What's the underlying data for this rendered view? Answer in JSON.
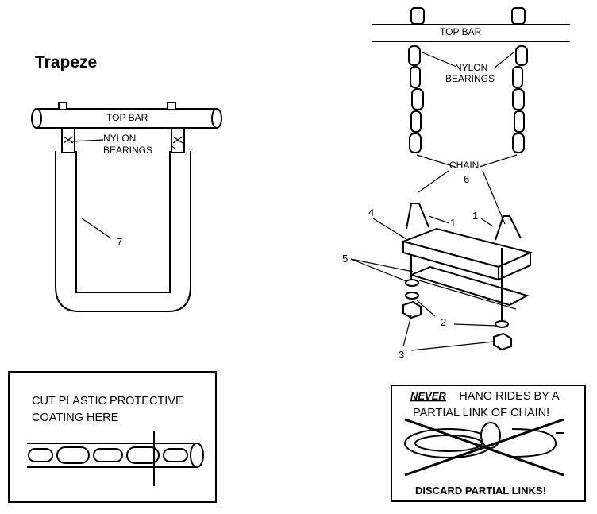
{
  "title": "Trapeze",
  "trapeze": {
    "top_bar": "TOP BAR",
    "bearings_line1": "NYLON",
    "bearings_line2": "BEARINGS",
    "part_number": "7"
  },
  "swing": {
    "top_bar": "TOP BAR",
    "bearings_line1": "NYLON",
    "bearings_line2": "BEARINGS",
    "chain_label": "CHAIN",
    "callouts": {
      "chain": "6",
      "hanger_left": "1",
      "hanger_right": "1",
      "seat": "4",
      "washer_upper": "5",
      "washer_lower": "2",
      "nut": "3"
    }
  },
  "coating_box": {
    "line1": "CUT PLASTIC PROTECTIVE",
    "line2": "COATING HERE"
  },
  "warning_box": {
    "never": "NEVER",
    "line1_rest": "HANG RIDES BY A",
    "line2": "PARTIAL LINK OF CHAIN!",
    "footer": "DISCARD PARTIAL LINKS!"
  }
}
